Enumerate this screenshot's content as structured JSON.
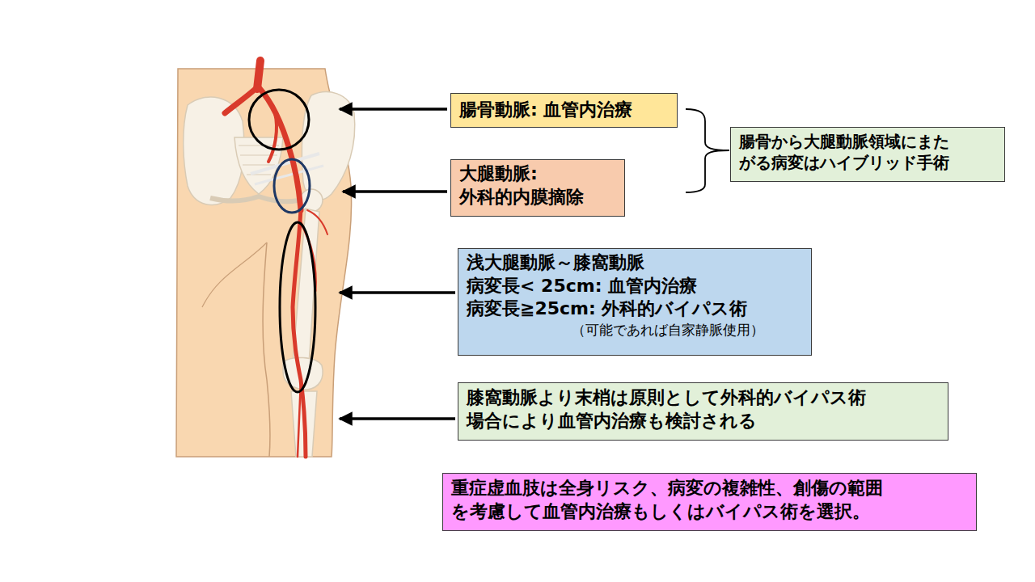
{
  "diagram": {
    "nodes": [
      {
        "text": [
          "腸骨動脈: 血管内治療"
        ]
      },
      {
        "text": [
          "大腿動脈: 外科的内膜摘除"
        ]
      },
      {
        "text": [
          "腸骨から大腿動脈領域にまた がる病変はハイブリッド手術"
        ]
      },
      {
        "text": [
          "浅大腿動脈～膝窩動脈",
          "病変長< 25cm: 血管内治療",
          "病変長≧25cm: 外科的バイパス術",
          "（可能であれば自家静脈使用）"
        ]
      },
      {
        "text": [
          "膝窩動脈より末梢は原則として外科的バイパス術",
          "場合により血管内治療も検討される"
        ]
      },
      {
        "text": [
          "重症虚血肢は全身リスク、病変の複雑性、創傷の範囲 を考慮して血管内治療もしくはバイパス術を選択。"
        ]
      }
    ]
  }
}
